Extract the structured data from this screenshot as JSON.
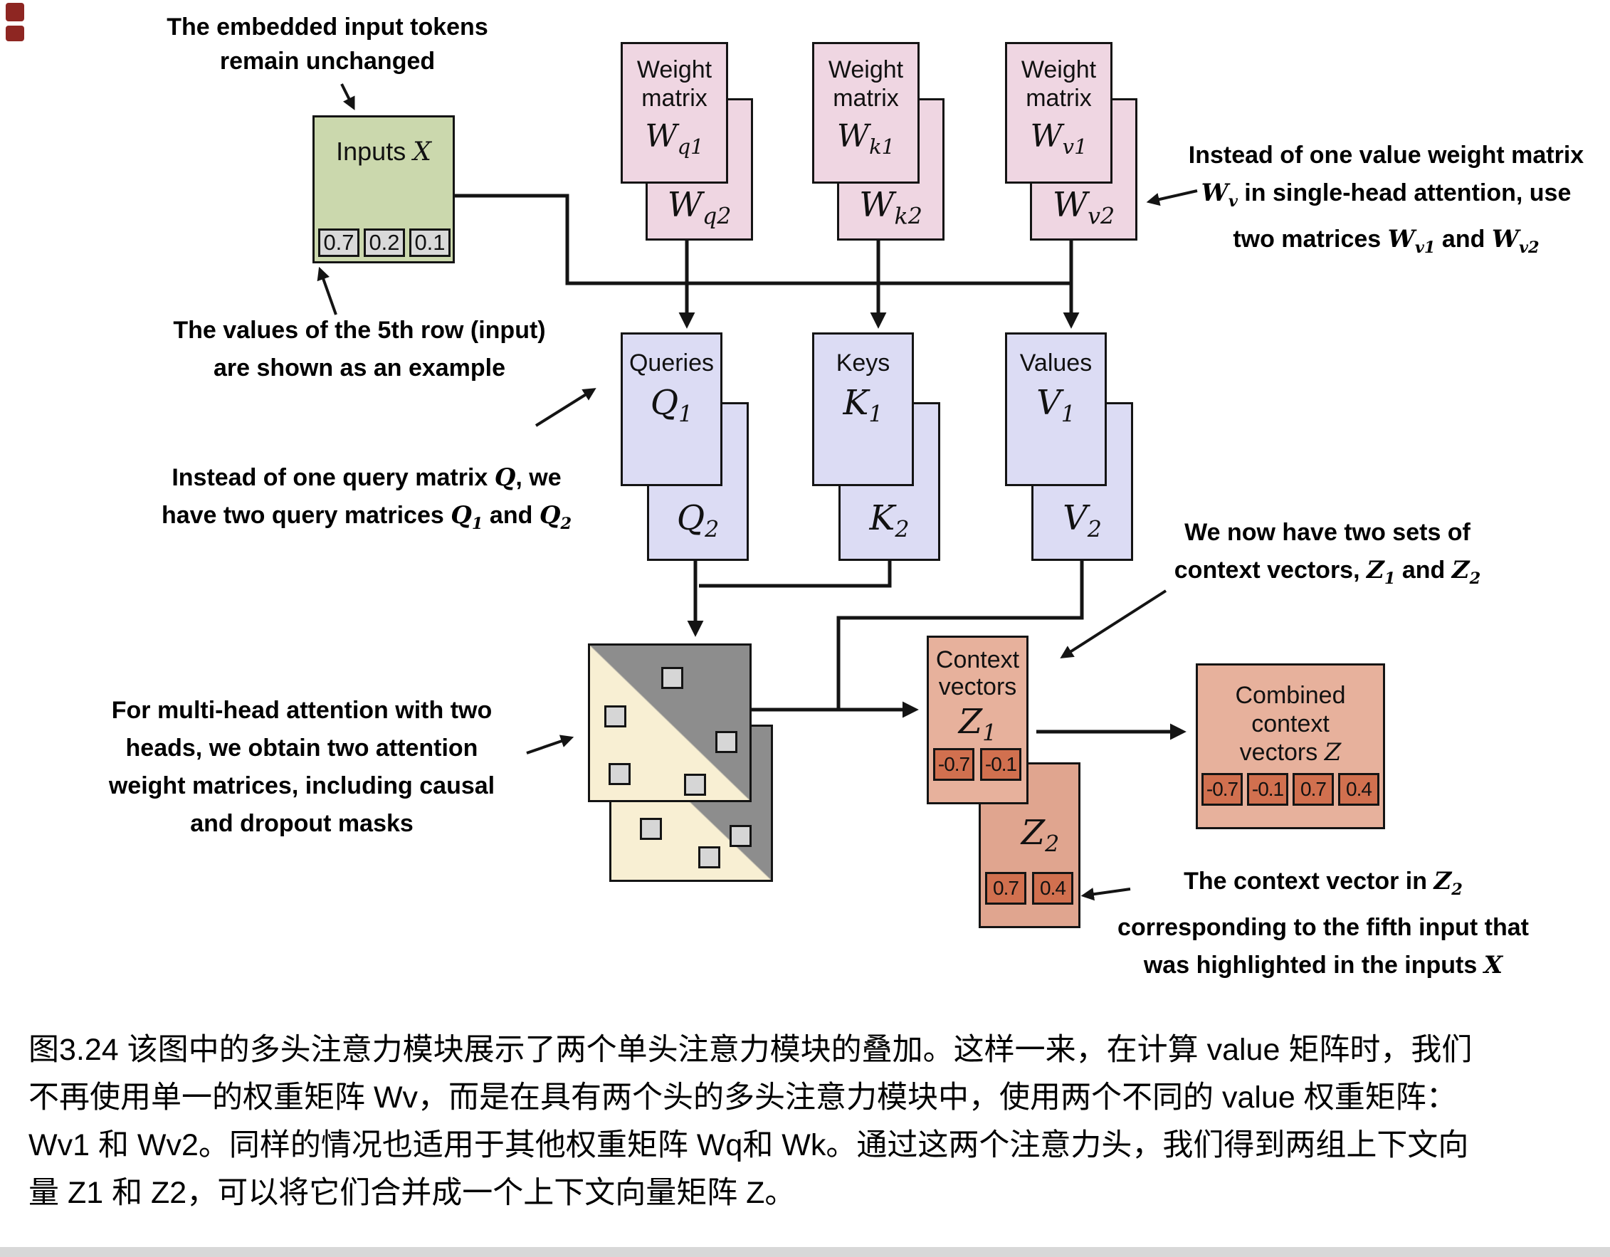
{
  "colors": {
    "inputs_fill": "#cbd8ad",
    "weight_fill": "#efd6e2",
    "qkv_fill": "#dcdcf4",
    "context_fill": "#e7b19c",
    "context_fill_back": "#e0a58f",
    "cell_gray": "#d9d9d9",
    "cell_orange": "#d1704f",
    "mask_gray": "#8d8d8d",
    "mask_cream": "#f8efd3",
    "line": "#141414"
  },
  "inputs": {
    "label_prefix": "Inputs ",
    "label_math": "X",
    "values": [
      "0.7",
      "0.2",
      "0.1"
    ]
  },
  "weights": [
    {
      "title1": "Weight",
      "title2": "matrix",
      "front_base": "W",
      "front_sub": "q1",
      "back_base": "W",
      "back_sub": "q2"
    },
    {
      "title1": "Weight",
      "title2": "matrix",
      "front_base": "W",
      "front_sub": "k1",
      "back_base": "W",
      "back_sub": "k2"
    },
    {
      "title1": "Weight",
      "title2": "matrix",
      "front_base": "W",
      "front_sub": "v1",
      "back_base": "W",
      "back_sub": "v2"
    }
  ],
  "qkv": [
    {
      "title": "Queries",
      "front_base": "Q",
      "front_sub": "1",
      "back_base": "Q",
      "back_sub": "2"
    },
    {
      "title": "Keys",
      "front_base": "K",
      "front_sub": "1",
      "back_base": "K",
      "back_sub": "2"
    },
    {
      "title": "Values",
      "front_base": "V",
      "front_sub": "1",
      "back_base": "V",
      "back_sub": "2"
    }
  ],
  "context": {
    "title1": "Context",
    "title2": "vectors",
    "z1_base": "Z",
    "z1_sub": "1",
    "z1_values": [
      "-0.7",
      "-0.1"
    ],
    "z2_base": "Z",
    "z2_sub": "2",
    "z2_values": [
      "0.7",
      "0.4"
    ]
  },
  "combined": {
    "title1": "Combined",
    "title2": "context",
    "title3_prefix": "vectors ",
    "title3_math": "Z",
    "values": [
      "-0.7",
      "-0.1",
      "0.7",
      "0.4"
    ]
  },
  "annotations": {
    "embedded": [
      "The embedded input tokens",
      "remain unchanged"
    ],
    "fifth_row": [
      "The values of the 5th row (input)",
      "are shown as an example"
    ],
    "value_weight": {
      "l1": "Instead of one value weight matrix",
      "l2_base": "W",
      "l2_sub": "v",
      "l2_rest": " in single-head attention, use",
      "l3_pre": "two matrices ",
      "l3_m1": "W",
      "l3_m1s": "v1",
      "l3_and": " and ",
      "l3_m2": "W",
      "l3_m2s": "v2"
    },
    "query": {
      "l1_pre": "Instead of one query matrix ",
      "l1_math": "Q",
      "l1_rest": ", we",
      "l2_pre": "have two query matrices ",
      "l2_m1": "Q",
      "l2_m1s": "1",
      "l2_and": " and ",
      "l2_m2": "Q",
      "l2_m2s": "2"
    },
    "multihead": [
      "For multi-head attention with two",
      "heads, we obtain two attention",
      "weight matrices, including causal",
      "and dropout masks"
    ],
    "context_sets": {
      "l1": "We now have two sets of",
      "l2_pre": "context vectors, ",
      "l2_m1": "Z",
      "l2_m1s": "1",
      "l2_and": " and ",
      "l2_m2": "Z",
      "l2_m2s": "2"
    },
    "z2_vector": {
      "l1_pre": "The context vector in ",
      "l1_math": "Z",
      "l1_sub": "2",
      "l2": "corresponding to the fifth input that",
      "l3_pre": "was highlighted in the inputs ",
      "l3_math": "X"
    }
  },
  "caption": {
    "lines": [
      "图3.24 该图中的多头注意力模块展示了两个单头注意力模块的叠加。这样一来，在计算 value 矩阵时，我们",
      "不再使用单一的权重矩阵 Wv，而是在具有两个头的多头注意力模块中，使用两个不同的 value 权重矩阵：",
      "Wv1 和 Wv2。同样的情况也适用于其他权重矩阵 Wq和 Wk。通过这两个注意力头，我们得到两组上下文向",
      "量 Z1 和 Z2，可以将它们合并成一个上下文向量矩阵 Z。"
    ]
  }
}
